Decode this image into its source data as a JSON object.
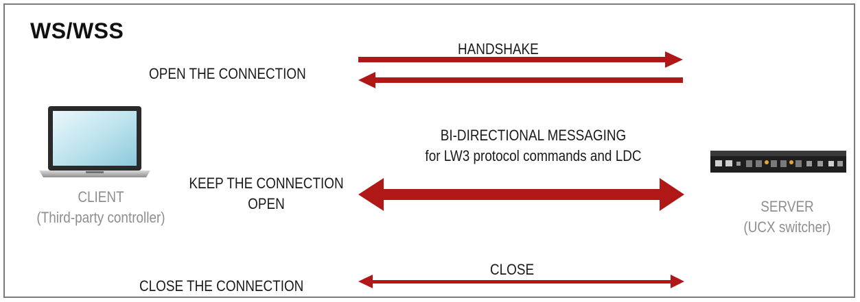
{
  "title": "WS/WSS",
  "client": {
    "line1": "CLIENT",
    "line2": "(Third-party controller)"
  },
  "server": {
    "line1": "SERVER",
    "line2": "(UCX switcher)"
  },
  "steps": {
    "open": {
      "label": "OPEN THE CONNECTION",
      "arrow_label": "HANDSHAKE"
    },
    "keep": {
      "label_line1": "KEEP THE CONNECTION",
      "label_line2": "OPEN",
      "arrow_label_line1": "BI-DIRECTIONAL MESSAGING",
      "arrow_label_line2": "for LW3 protocol commands and LDC"
    },
    "close": {
      "label": "CLOSE THE CONNECTION",
      "arrow_label": "CLOSE"
    }
  },
  "colors": {
    "arrow": "#b01818",
    "label_dark": "#1a1a1a",
    "label_grey": "#8e8e8e",
    "border": "#7a7a7a"
  },
  "icons": {
    "client": "laptop-icon",
    "server": "rack-switcher-icon"
  }
}
